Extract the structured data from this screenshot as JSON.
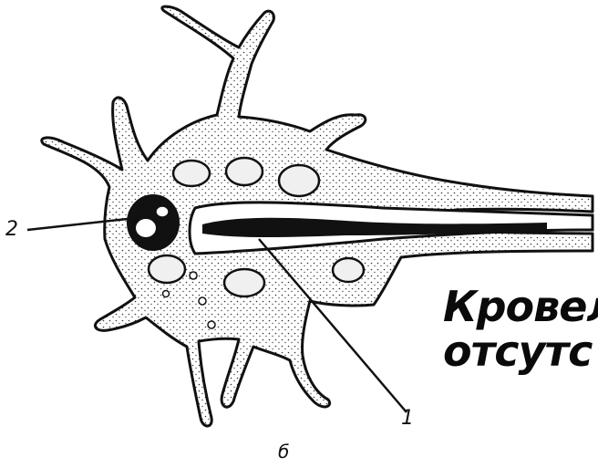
{
  "figure": {
    "label_1": "1",
    "label_2": "2",
    "panel_letter": "б"
  },
  "overlay_caption": {
    "line_1": "Кровел",
    "line_2": "отсутс"
  },
  "colors": {
    "ink": "#111111",
    "background": "#ffffff",
    "cell_fill": "#f4f4f4"
  }
}
